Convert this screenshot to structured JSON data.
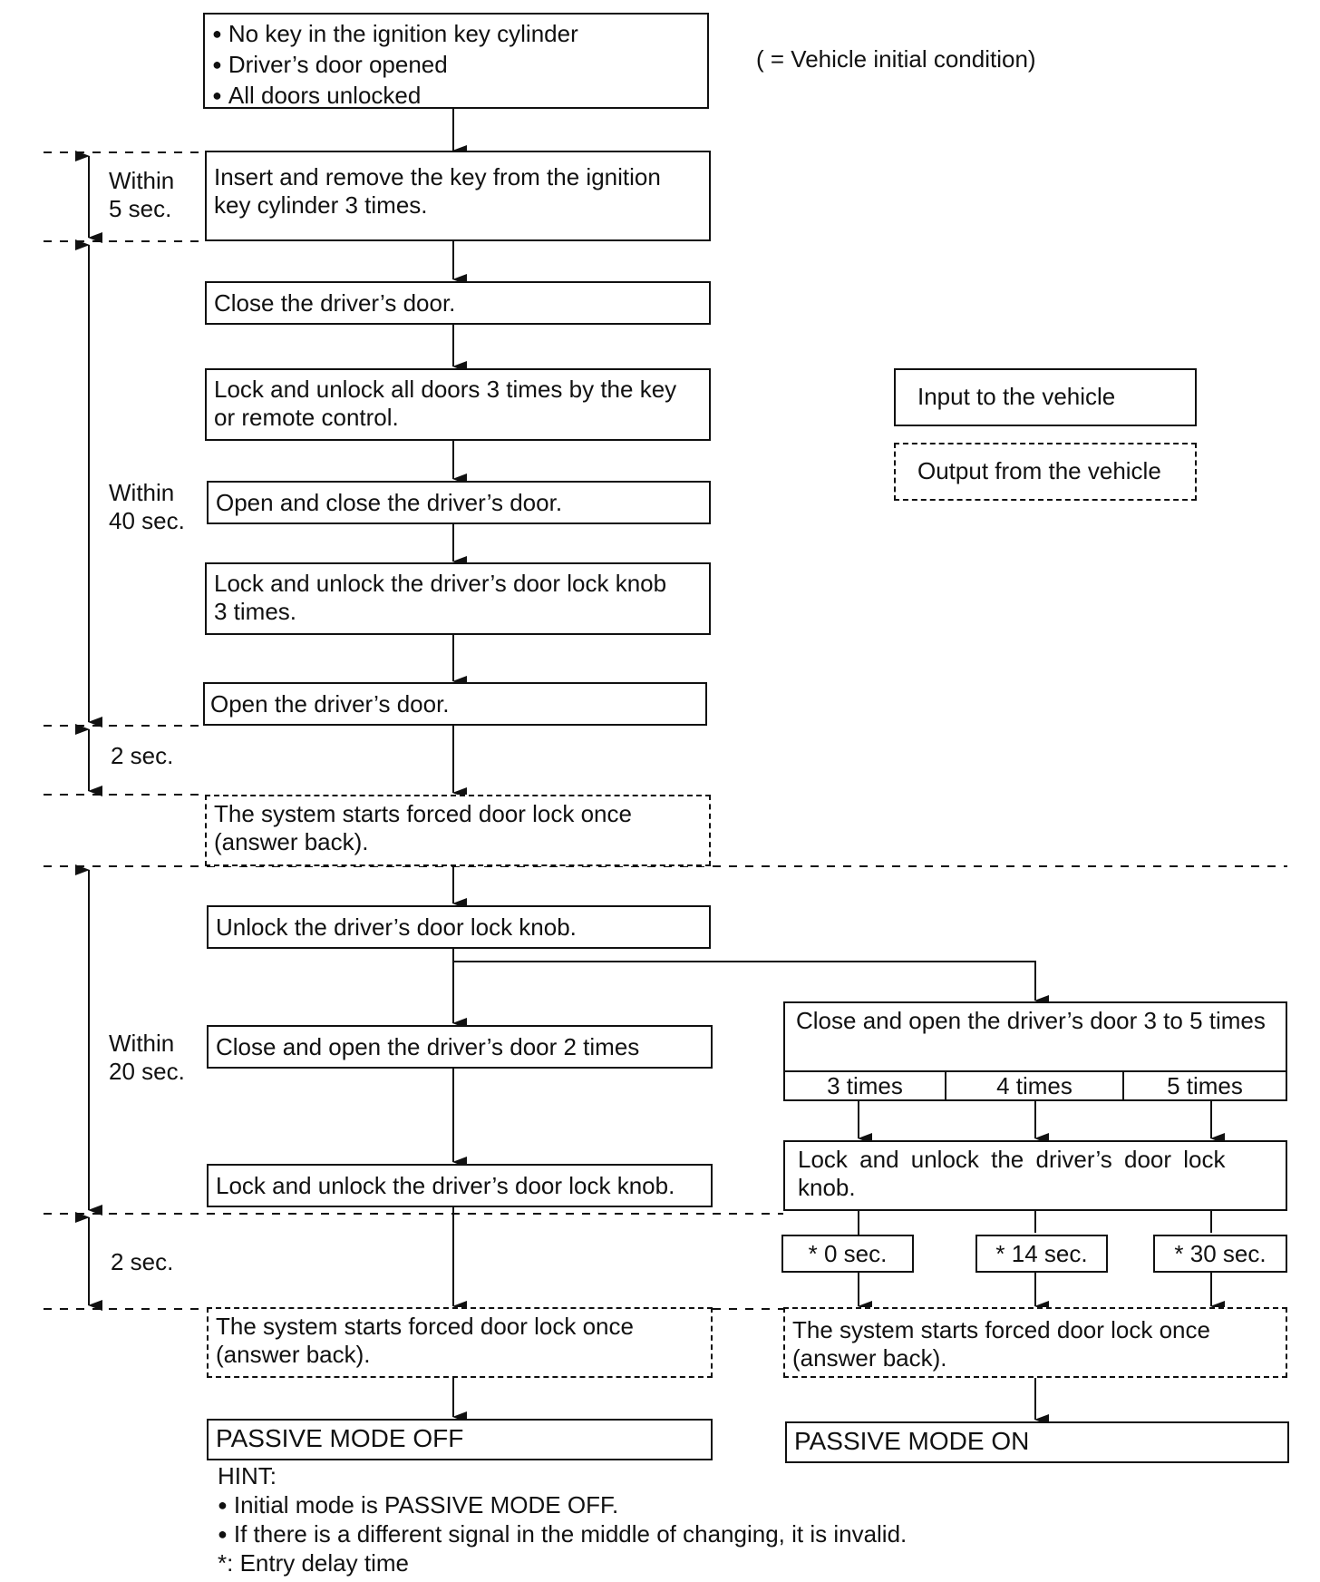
{
  "initial_box": {
    "items": [
      "No key in the ignition key cylinder",
      "Driver’s door opened",
      "All doors unlocked"
    ]
  },
  "initial_note": "( = Vehicle initial condition)",
  "legend": {
    "input_label": "Input to the vehicle",
    "output_label": "Output from the vehicle"
  },
  "timing": {
    "t1_line1": "Within",
    "t1_line2": "5 sec.",
    "t2_line1": "Within",
    "t2_line2": "40 sec.",
    "t3": "2 sec.",
    "t4_line1": "Within",
    "t4_line2": "20 sec.",
    "t5": "2 sec."
  },
  "steps": {
    "insert_key": [
      "Insert and remove the key from the ignition",
      "key cylinder 3 times."
    ],
    "close_door": "Close the driver’s door.",
    "lock_unlock_all": [
      "Lock and unlock all doors 3 times by the key",
      "or remote control."
    ],
    "open_close": "Open and close the driver’s door.",
    "lock_knob_3": [
      "Lock and unlock the driver’s door lock knob",
      "3 times."
    ],
    "open_door": "Open the driver’s door.",
    "answer_back_1": [
      "The system starts forced door lock once",
      "(answer back)."
    ],
    "unlock_knob": "Unlock the driver’s door lock knob.",
    "close_open_2": "Close and open the driver’s door 2 times",
    "lock_unlock_knob_left": "Lock and unlock the driver’s door lock knob.",
    "answer_back_left": [
      "The system starts forced door lock once",
      "(answer back)."
    ],
    "passive_off": "PASSIVE MODE OFF",
    "close_open_3to5": "Close and open the driver’s door 3 to 5 times",
    "times_options": [
      "3 times",
      "4 times",
      "5 times"
    ],
    "lock_unlock_knob_right": "Lock and unlock the driver’s door lock knob.",
    "delays": [
      "* 0 sec.",
      "* 14 sec.",
      "* 30 sec."
    ],
    "answer_back_right": [
      "The system starts forced door lock once",
      "(answer back)."
    ],
    "passive_on": "PASSIVE MODE ON"
  },
  "hint": {
    "title": "HINT:",
    "lines": [
      "Initial mode is PASSIVE MODE OFF.",
      "If there is a different signal in the middle of changing, it is invalid."
    ],
    "footnote": "*: Entry delay time"
  }
}
